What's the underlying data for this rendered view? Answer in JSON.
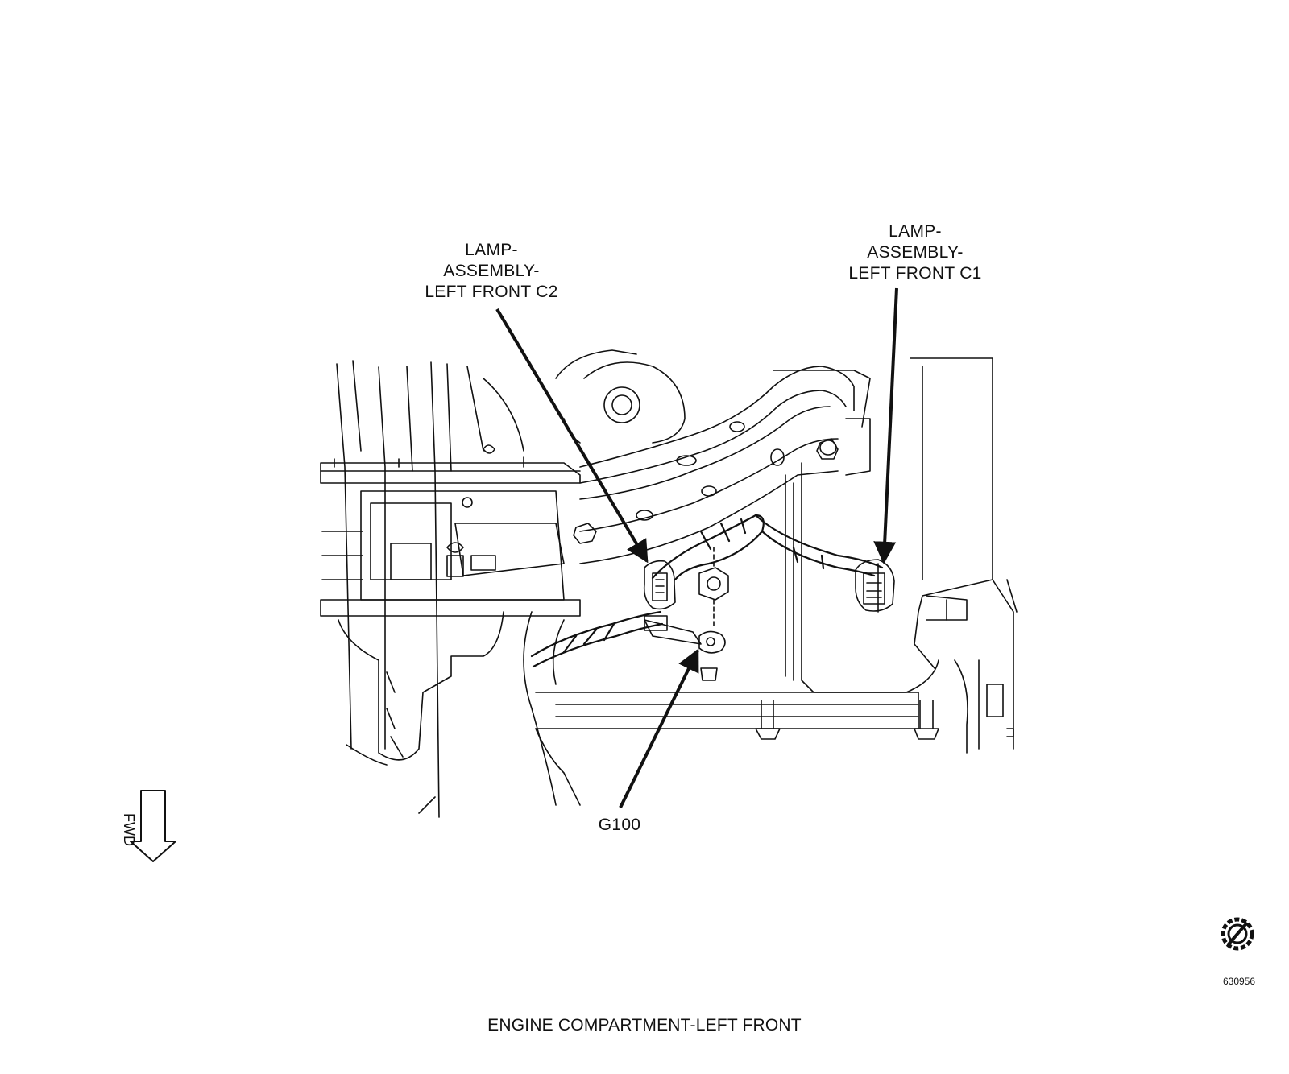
{
  "callouts": {
    "lamp_c2": [
      "LAMP-",
      "ASSEMBLY-",
      "LEFT FRONT C2"
    ],
    "lamp_c1": [
      "LAMP-",
      "ASSEMBLY-",
      "LEFT FRONT C1"
    ],
    "ground": "G100"
  },
  "direction_label": "FWD",
  "figure_number": "630956",
  "caption": "ENGINE COMPARTMENT-LEFT FRONT",
  "icons": {
    "logo": "gear-slashed-circle-icon",
    "direction": "forward-arrow-icon"
  },
  "colors": {
    "ink": "#111111",
    "paper": "#ffffff"
  }
}
